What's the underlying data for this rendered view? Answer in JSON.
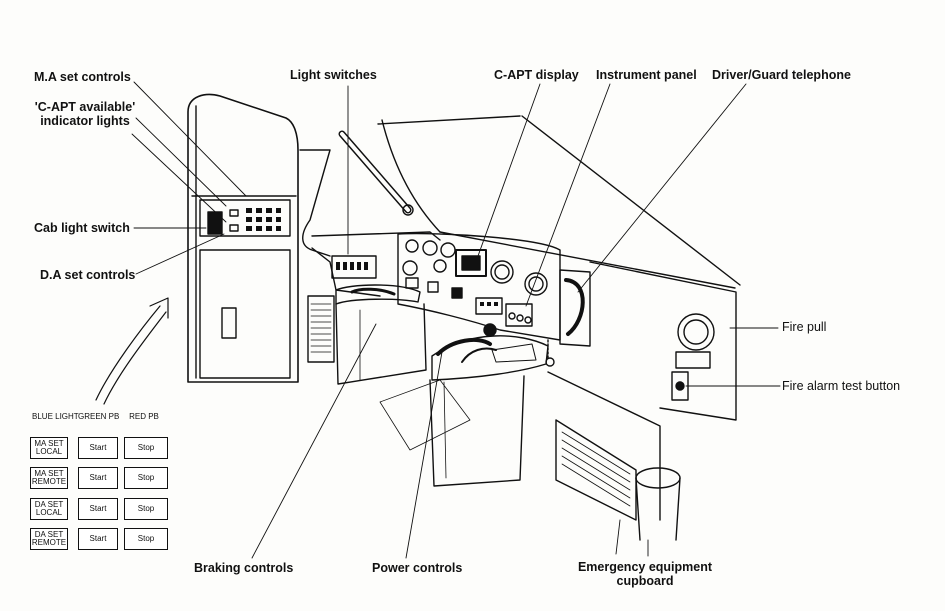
{
  "labels": {
    "ma_set_controls": "M.A set controls",
    "capt_available_1": "'C-APT available'",
    "capt_available_2": "indicator lights",
    "cab_light_switch": "Cab light switch",
    "da_set_controls": "D.A set controls",
    "light_switches": "Light switches",
    "capt_display": "C-APT display",
    "instrument_panel": "Instrument panel",
    "driver_guard_telephone": "Driver/Guard telephone",
    "fire_pull": "Fire pull",
    "fire_alarm_test_button": "Fire alarm test button",
    "braking_controls": "Braking controls",
    "power_controls": "Power controls",
    "emergency_equipment_1": "Emergency equipment",
    "emergency_equipment_2": "cupboard"
  },
  "legend": {
    "headers": [
      "BLUE LIGHT",
      "GREEN PB",
      "RED PB"
    ],
    "rows": [
      {
        "name": "MA SET LOCAL",
        "start": "Start",
        "stop": "Stop"
      },
      {
        "name": "MA SET REMOTE",
        "start": "Start",
        "stop": "Stop"
      },
      {
        "name": "DA SET LOCAL",
        "start": "Start",
        "stop": "Stop"
      },
      {
        "name": "DA SET REMOTE",
        "start": "Start",
        "stop": "Stop"
      }
    ]
  }
}
